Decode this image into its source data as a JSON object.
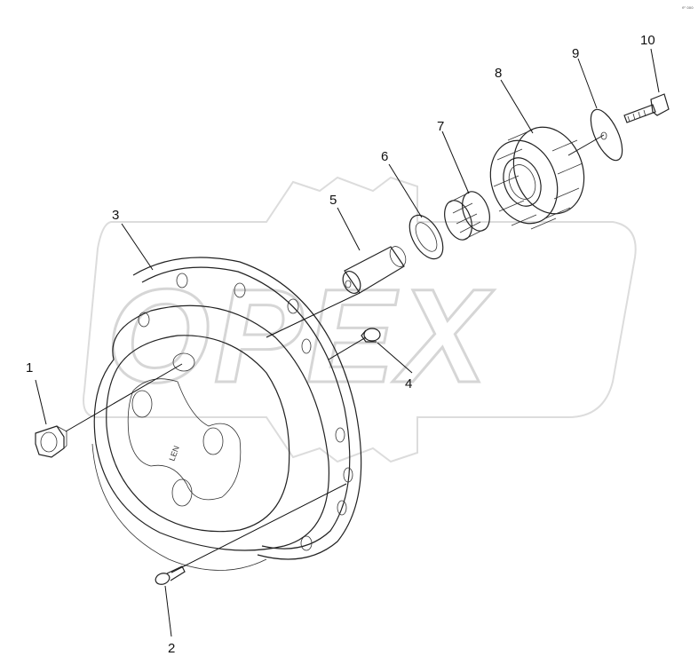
{
  "watermark": {
    "text": "OPEX"
  },
  "corner_mark": "e⁰ ooo",
  "engraving": "LEN",
  "callouts": [
    {
      "id": "1",
      "label": "1"
    },
    {
      "id": "2",
      "label": "2"
    },
    {
      "id": "3",
      "label": "3"
    },
    {
      "id": "4",
      "label": "4"
    },
    {
      "id": "5",
      "label": "5"
    },
    {
      "id": "6",
      "label": "6"
    },
    {
      "id": "7",
      "label": "7"
    },
    {
      "id": "8",
      "label": "8"
    },
    {
      "id": "9",
      "label": "9"
    },
    {
      "id": "10",
      "label": "10"
    }
  ]
}
